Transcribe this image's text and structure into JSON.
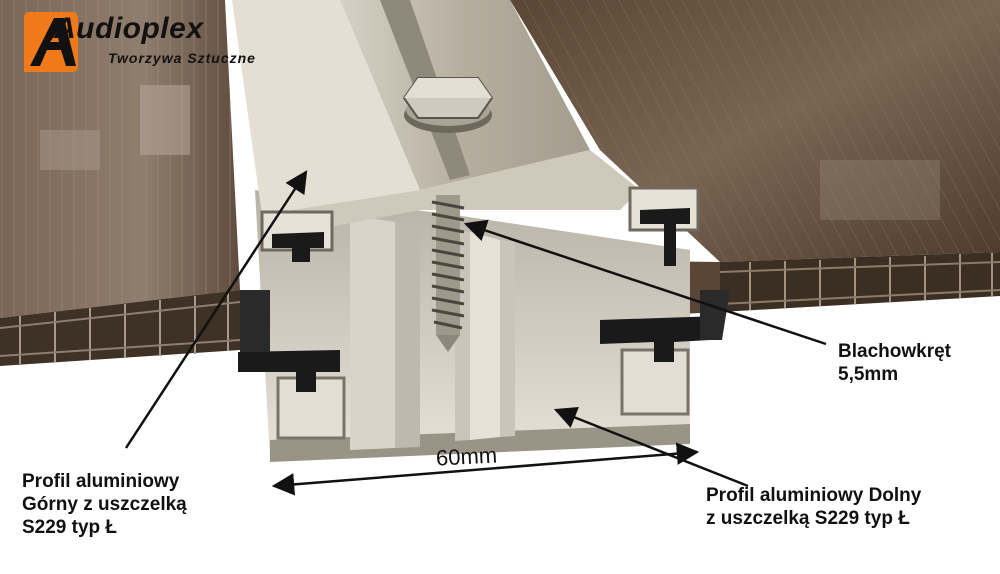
{
  "logo": {
    "brand": "Audioplex",
    "tagline": "Tworzywa Sztuczne",
    "accent_color": "#f07a1a"
  },
  "callouts": {
    "screw": [
      "Blachowkręt",
      "5,5mm"
    ],
    "upper_profile": [
      "Profil aluminiowy",
      "Górny z uszczelką",
      "S229 typ Ł"
    ],
    "lower_profile": [
      "Profil aluminiowy Dolny",
      "z uszczelką S229 typ Ł"
    ]
  },
  "dimension": "60mm",
  "colors": {
    "sheet_brown": "#6b5440",
    "aluminium": "#c9c4b8",
    "gasket": "#1a1a1a"
  }
}
